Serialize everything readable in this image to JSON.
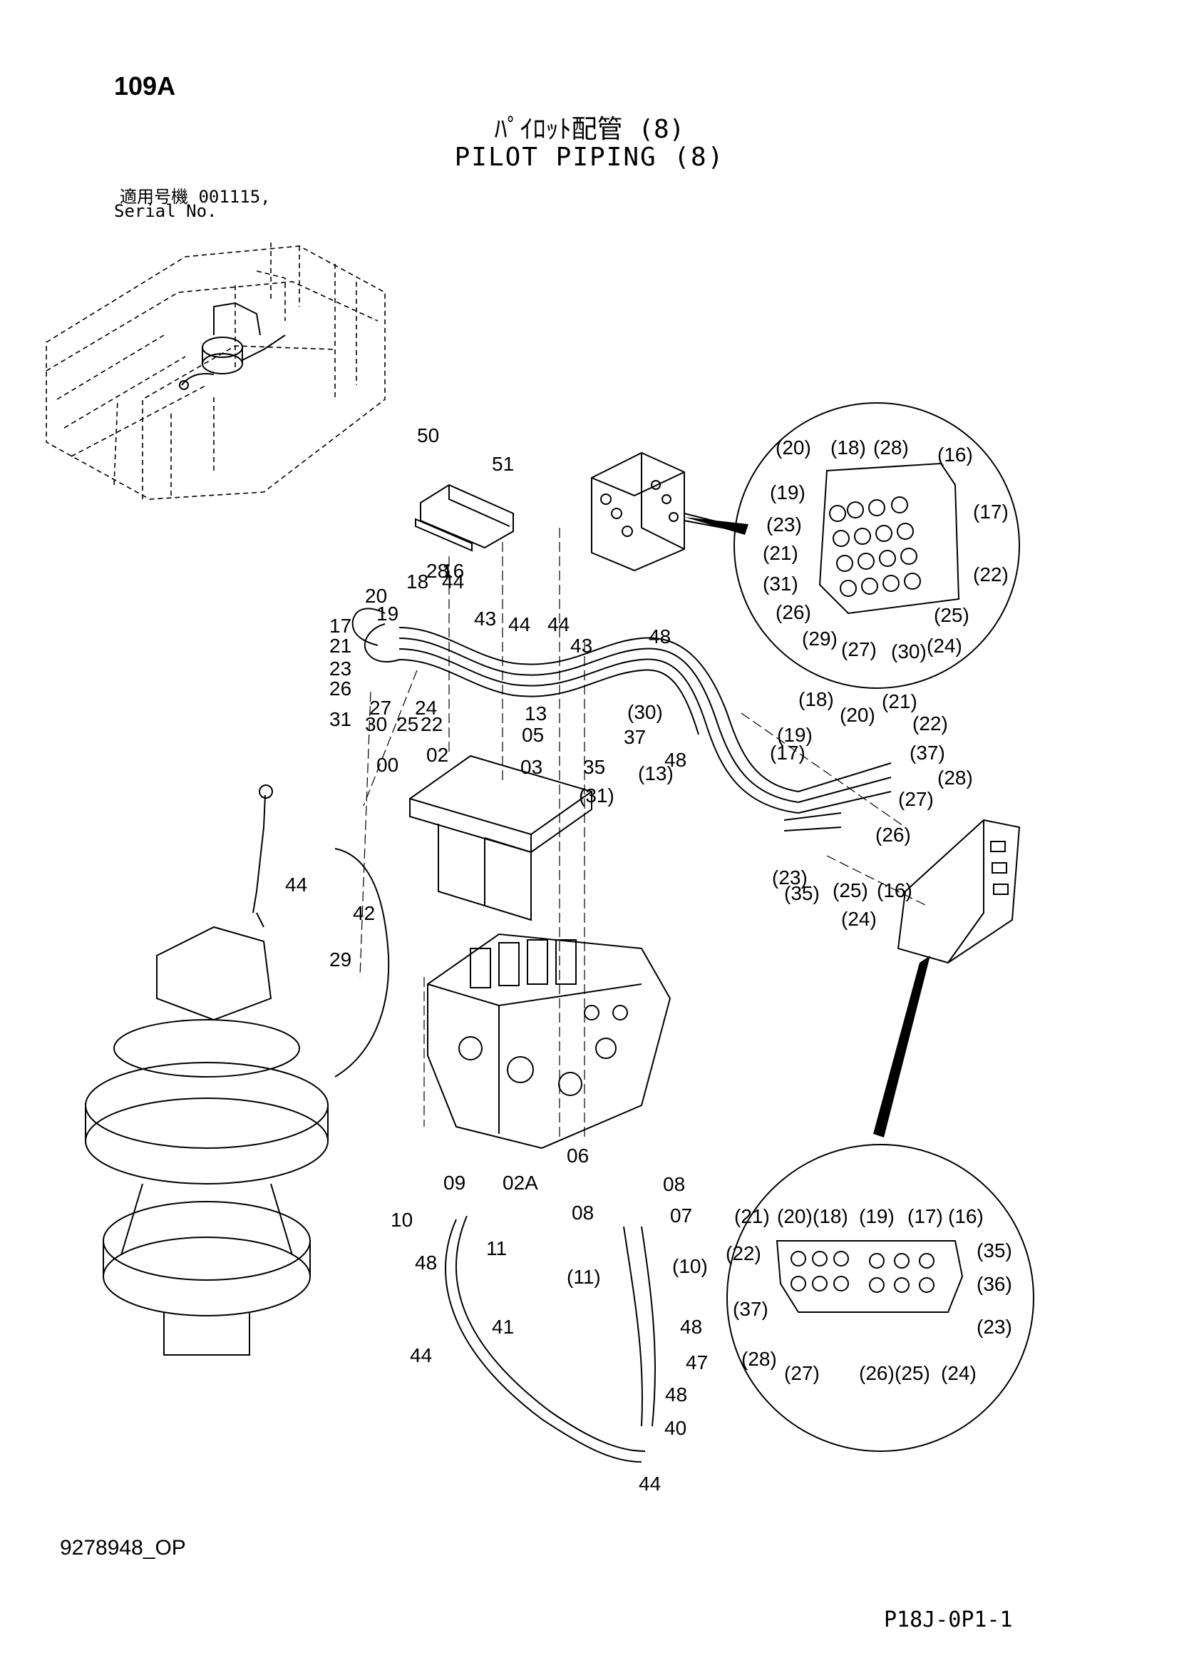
{
  "header": {
    "page_number": "109A",
    "title_jp": "ﾊﾟｲﾛｯﾄ配管 (8)",
    "title_en": "PILOT PIPING (8)",
    "serial_label_jp": "適用号機  001115,",
    "serial_label_en": "Serial No."
  },
  "footer": {
    "drawing_number": "9278948_OP",
    "page_code": "P18J-0P1-1"
  },
  "callouts": {
    "main": [
      "50",
      "51",
      "18",
      "28",
      "16",
      "20",
      "19",
      "44",
      "17",
      "43",
      "44",
      "44",
      "21",
      "43",
      "48",
      "23",
      "26",
      "27",
      "24",
      "31",
      "30",
      "25",
      "22",
      "13",
      "(30)",
      "05",
      "37",
      "35",
      "(13)",
      "48",
      "00",
      "02",
      "03",
      "(31)",
      "44",
      "42",
      "29",
      "06",
      "09",
      "02A",
      "08",
      "10",
      "11",
      "08",
      "07",
      "48",
      "(11)",
      "(10)",
      "41",
      "48",
      "44",
      "47",
      "48",
      "40",
      "44"
    ],
    "top_detail": [
      "(20)",
      "(18)",
      "(28)",
      "(16)",
      "(19)",
      "(17)",
      "(23)",
      "(21)",
      "(22)",
      "(31)",
      "(26)",
      "(25)",
      "(29)",
      "(27)",
      "(30)",
      "(24)"
    ],
    "mid_right": [
      "(18)",
      "(20)",
      "(21)",
      "(22)",
      "(19)",
      "(37)",
      "(17)",
      "(28)",
      "(27)",
      "(26)",
      "(23)",
      "(35)",
      "(25)",
      "(16)",
      "(24)"
    ],
    "bottom_detail": [
      "(21)",
      "(20)",
      "(18)",
      "(19)",
      "(17)",
      "(16)",
      "(22)",
      "(35)",
      "(36)",
      "(37)",
      "(23)",
      "(28)",
      "(27)",
      "(26)",
      "(25)",
      "(24)"
    ]
  }
}
